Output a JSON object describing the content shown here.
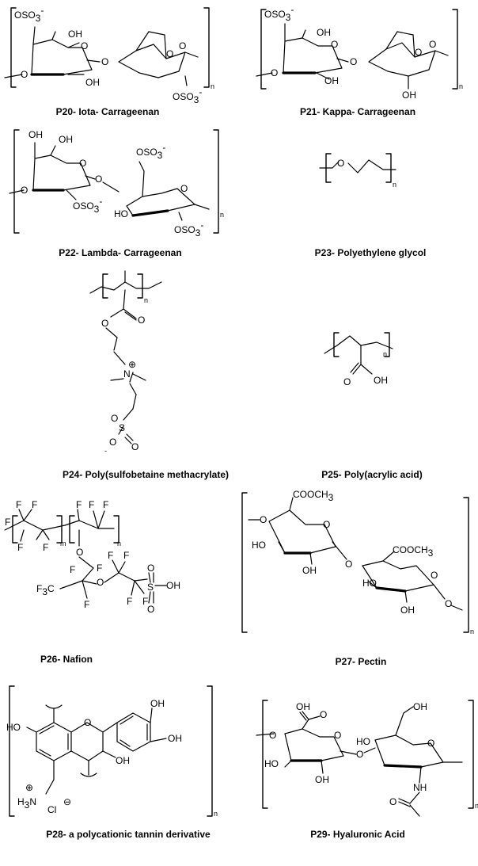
{
  "captions": [
    {
      "id": "P20",
      "label": "P20- Iota- Carrageenan"
    },
    {
      "id": "P21",
      "label": "P21- Kappa- Carrageenan"
    },
    {
      "id": "P22",
      "label": "P22- Lambda- Carrageenan"
    },
    {
      "id": "P23",
      "label": "P23- Polyethylene glycol"
    },
    {
      "id": "P24",
      "label": "P24- Poly(sulfobetaine methacrylate)"
    },
    {
      "id": "P25",
      "label": "P25- Poly(acrylic acid)"
    },
    {
      "id": "P26",
      "label": "P26- Nafion"
    },
    {
      "id": "P27",
      "label": "P27- Pectin"
    },
    {
      "id": "P28",
      "label": "P28- a polycationic tannin derivative"
    },
    {
      "id": "P29",
      "label": "P29- Hyaluronic Acid"
    }
  ],
  "atoms": {
    "oso3": "OSO",
    "three": "3",
    "minus": "-",
    "oh": "OH",
    "o": "O",
    "ho": "HO",
    "n": "n",
    "m": "m",
    "n_plus": "N",
    "plus": "⊕",
    "minus_circle": "⊖",
    "f": "F",
    "f3c": "F",
    "c": "C",
    "s": "S",
    "cooch": "COOCH",
    "h3n": "H",
    "n_atom": "N",
    "cl": "Cl",
    "nh": "NH"
  }
}
